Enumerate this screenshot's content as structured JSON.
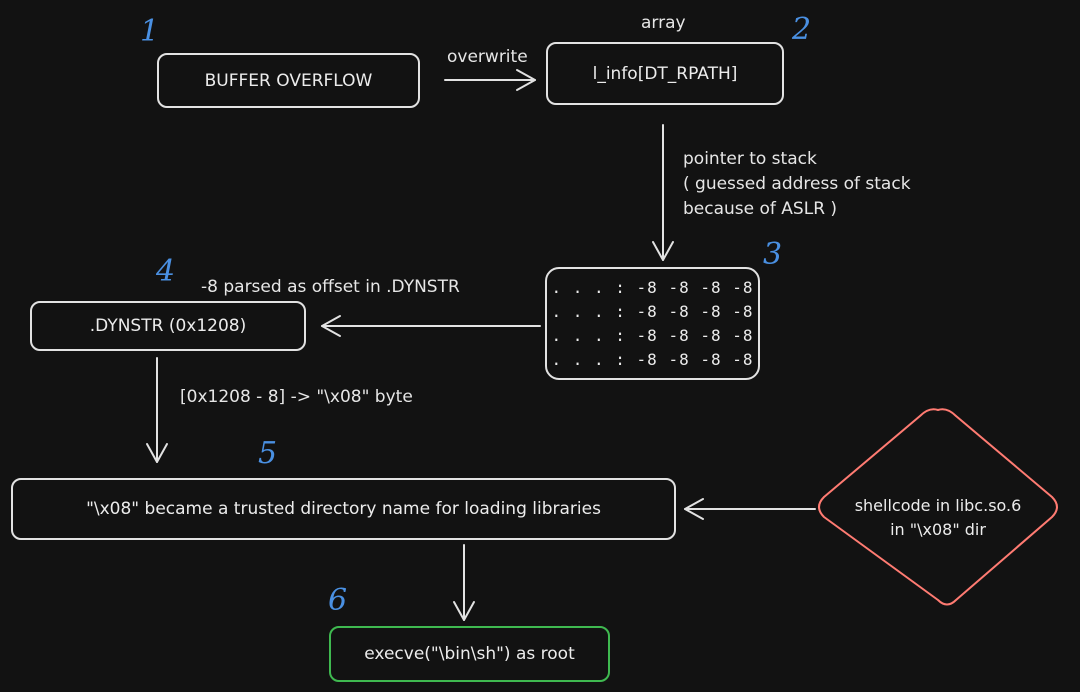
{
  "nodes": {
    "buffer_overflow": "BUFFER OVERFLOW",
    "info_array": "l_info[DT_RPATH]",
    "offset_rows": [
      ". . . : -8 -8 -8 -8",
      ". . . : -8 -8 -8 -8",
      ". . . : -8 -8 -8 -8",
      ". . . : -8 -8 -8 -8"
    ],
    "dynstr": ".DYNSTR (0x1208)",
    "trusted_dir": "\"\\x08\" became a trusted directory name for loading libraries",
    "shellcode_line1": "shellcode in libc.so.6",
    "shellcode_line2": "in \"\\x08\" dir",
    "execve": "execve(\"\\bin\\sh\") as root"
  },
  "labels": {
    "array": "array",
    "overwrite": "overwrite",
    "pointer_line1": "pointer to stack",
    "pointer_line2": "( guessed address of stack",
    "pointer_line3": "because of ASLR )",
    "parsed_offset": "-8 parsed as offset in .DYNSTR",
    "byte_calc": "[0x1208 - 8] -> \"\\x08\" byte"
  },
  "steps": [
    "1",
    "2",
    "3",
    "4",
    "5",
    "6"
  ],
  "colors": {
    "background": "#121212",
    "stroke": "#e2e2e2",
    "step_number": "#4a90e2",
    "shellcode_border": "#ff7b72",
    "final_border": "#3fb950"
  }
}
